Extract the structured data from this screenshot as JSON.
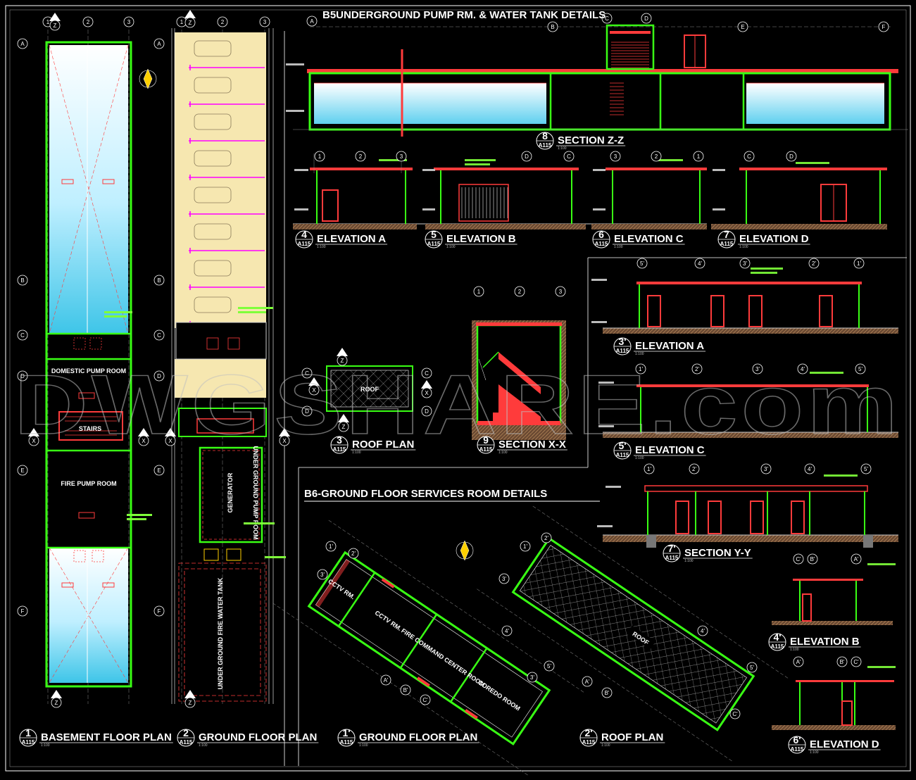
{
  "watermark": "DWGSHARE.com",
  "sheet_ref": "A115",
  "scale": "1:100",
  "titles": {
    "b5_main": "B5UNDERGROUND PUMP RM. & WATER TANK DETAILS",
    "b6_main": "B6-GROUND FLOOR SERVICES ROOM DETAILS"
  },
  "views": [
    {
      "num": "1",
      "title": "BASEMENT FLOOR PLAN"
    },
    {
      "num": "2",
      "title": "GROUND FLOOR PLAN"
    },
    {
      "num": "3",
      "title": "ROOF PLAN"
    },
    {
      "num": "4",
      "title": "ELEVATION A"
    },
    {
      "num": "5",
      "title": "ELEVATION B"
    },
    {
      "num": "6",
      "title": "ELEVATION C"
    },
    {
      "num": "7",
      "title": "ELEVATION D"
    },
    {
      "num": "8",
      "title": "SECTION Z-Z"
    },
    {
      "num": "9",
      "title": "SECTION X-X"
    },
    {
      "num": "1'",
      "title": "GROUND FLOOR PLAN"
    },
    {
      "num": "2'",
      "title": "ROOF PLAN"
    },
    {
      "num": "3'",
      "title": "ELEVATION A"
    },
    {
      "num": "4'",
      "title": "ELEVATION B"
    },
    {
      "num": "5'",
      "title": "ELEVATION C"
    },
    {
      "num": "6'",
      "title": "ELEVATION D"
    },
    {
      "num": "7'",
      "title": "SECTION Y-Y"
    }
  ],
  "grid_numbers": [
    "1",
    "2",
    "3"
  ],
  "grid_letters": [
    "A",
    "B",
    "C",
    "D",
    "E",
    "F"
  ],
  "grid_primed_numbers": [
    "1'",
    "2'",
    "3'",
    "4'",
    "5'"
  ],
  "grid_primed_letters": [
    "A'",
    "B'",
    "C'"
  ],
  "section_marks": [
    "X",
    "Z"
  ],
  "rooms": {
    "domestic_pump": "DOMESTIC PUMP ROOM",
    "stairs": "STAIRS",
    "fire_pump": "FIRE PUMP ROOM",
    "generator": "GENERATOR",
    "ug_pump": "UNDER GROUND PUMP ROOM",
    "ug_fire_tank": "UNDER GROUND FIRE WATER TANK",
    "cctv": "CCTV RM.",
    "fire_command": "FIRE COMMAND CENTER ROOM",
    "coredo": "COREDO ROOM",
    "roof": "ROOF"
  },
  "colors": {
    "background": "#000000",
    "wall": "#39ff14",
    "slab": "#ff3b3b",
    "water": "#bfefff",
    "parking": "#f6e7b0",
    "hatch": "#ff00ff",
    "grid": "#ffffff"
  }
}
